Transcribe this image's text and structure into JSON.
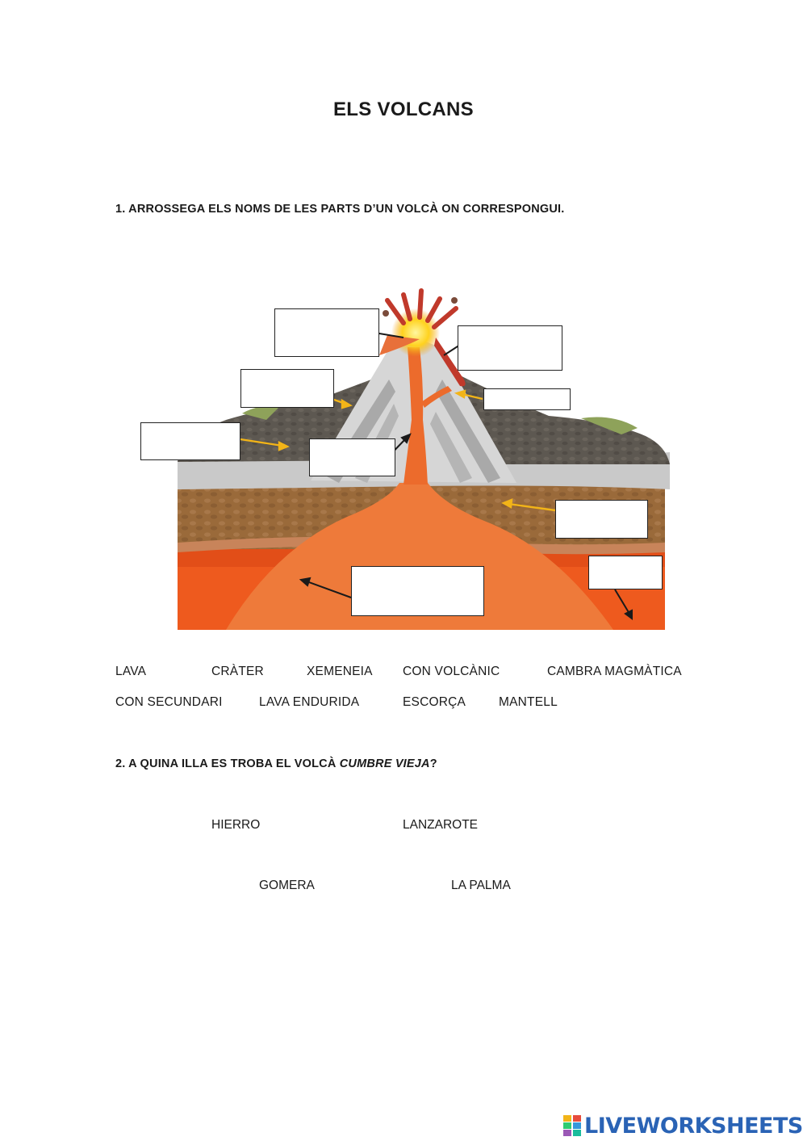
{
  "title": "ELS VOLCANS",
  "question1": "1. ARROSSEGA ELS NOMS DE LES PARTS D’UN VOLCÀ ON CORRESPONGUI.",
  "words": [
    "LAVA",
    "CRÀTER",
    "XEMENEIA",
    "CON VOLCÀNIC",
    "CAMBRA MAGMÀTICA",
    "CON SECUNDARI",
    "LAVA ENDURIDA",
    "ESCORÇA",
    "MANTELL"
  ],
  "question2": {
    "prefix": "2. A QUINA ILLA ES TROBA EL VOLCÀ ",
    "emphasis": "CUMBRE VIEJA",
    "suffix": "?"
  },
  "options": [
    "HIERRO",
    "LANZAROTE",
    "GOMERA",
    "LA PALMA"
  ],
  "logo": {
    "text": "LIVEWORKSHEETS",
    "color": "#2a63b5"
  },
  "colors": {
    "lava": "#e8703a",
    "mantle": "#ee5a1e",
    "crust": "#9a6a3a",
    "cone_gray": "#d4d4d4",
    "hardened_lava": "#5a554e",
    "yellow_arrow": "#f2b418"
  }
}
